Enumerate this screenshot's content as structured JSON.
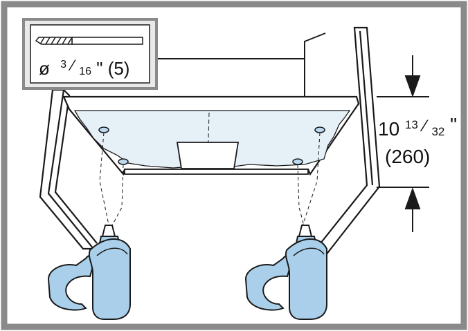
{
  "drill_bit": {
    "label_symbol": "ø",
    "label_whole": "",
    "label_num": "3",
    "label_den": "16",
    "label_unit": "\"",
    "label_metric": "(5)"
  },
  "dimension": {
    "whole": "10",
    "num": "13",
    "den": "32",
    "unit": "\"",
    "metric": "(260)"
  },
  "colors": {
    "frame": "#808080",
    "panel_fill": "#e6f0f7",
    "drill_fill": "#a9cfea",
    "drill_stroke": "#1a1a1a",
    "callout_bg": "#e9e9e9"
  }
}
